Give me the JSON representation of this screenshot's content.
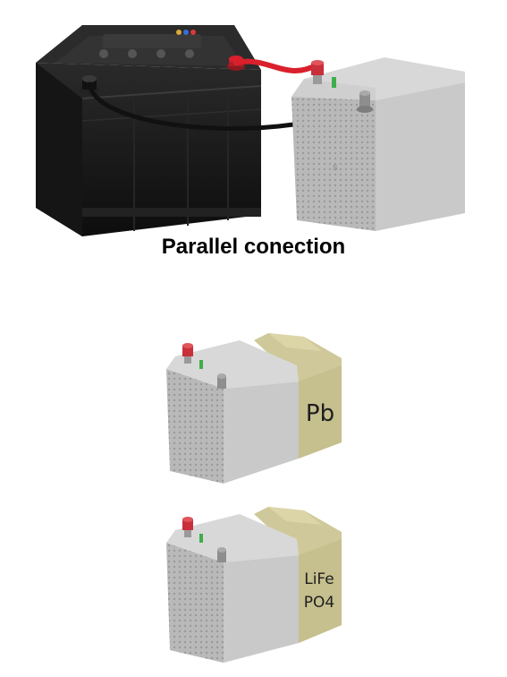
{
  "caption": "Parallel conection",
  "labels": {
    "top_pack": "Pb",
    "bottom_pack_line1": "LiFe",
    "bottom_pack_line2": "PO4"
  },
  "colors": {
    "lead_acid_body": "#1b1b1b",
    "lithium_cell_body": "#bfbfbf",
    "pb_block": "#cfc89a",
    "positive_cable": "#d9202c",
    "negative_cable": "#111111",
    "positive_cap": "#c8303a",
    "indicator": "#3fae49"
  }
}
